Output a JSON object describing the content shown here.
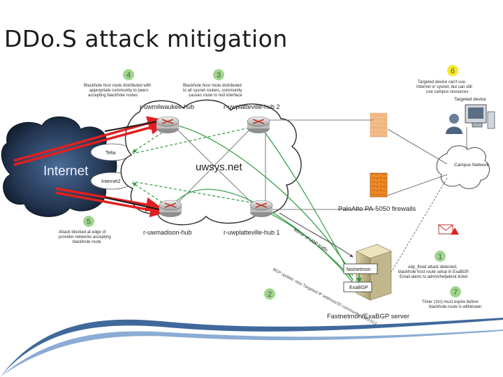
{
  "title": "DDo.S attack mitigation",
  "colors": {
    "attack": "#e02020",
    "bgp": "#2e9b3e",
    "step_badge_green": "#9fd68c",
    "step_badge_yellow": "#f5e82a",
    "firewall": "#f08a24"
  },
  "nodes": {
    "internet": "Internet",
    "telia": "Telia",
    "internet2": "Internet2",
    "uwsys_net": "uwsys.net",
    "hub_milwaukee": "r-uwmilwaukee-hub",
    "hub_platteville_2": "r-uwplatteville-hub 2",
    "hub_madison": "r-uwmadison-hub",
    "hub_platteville_1": "r-uwplatteville-hub 1",
    "firewalls": "PaloAlto PA-5050 firewalls",
    "campus_network": "Campus Network",
    "targeted_device": "Targeted device",
    "fastnetmon_box": "fastnetmon",
    "exabgp_box": "ExaBGP",
    "server_label": "Fastnetmon/ExaBGP server"
  },
  "flows": {
    "mirror": "Mirror of UDP traffic",
    "bgp_update": "BGP update: new Targeted IP address/32 community 3120:512"
  },
  "steps": [
    {
      "num": "1",
      "lines": [
        "udp_flood attack detected,",
        "blackhole host route setup in ExaBGP.",
        "Email alerts to admin/helpdesk ticket"
      ]
    },
    {
      "num": "2",
      "lines": []
    },
    {
      "num": "3",
      "lines": [
        "Blackhole host route distributed",
        "to all sysnet routers, community",
        "causes route to null interface"
      ]
    },
    {
      "num": "4",
      "lines": [
        "Blackhole host route distributed with",
        "appropriate community to peers",
        "accepting blackhole routes"
      ]
    },
    {
      "num": "5",
      "lines": [
        "Attack blocked at edge of",
        "provider networks accepting",
        "blackhole route"
      ]
    },
    {
      "num": "6",
      "lines": [
        "Targeted device can't use",
        "Internet or sysnet, but can still",
        "use campus resources"
      ]
    },
    {
      "num": "7",
      "lines": [
        "Timer (1hr) must expire before",
        "blackhole route is withdrawn"
      ]
    }
  ]
}
